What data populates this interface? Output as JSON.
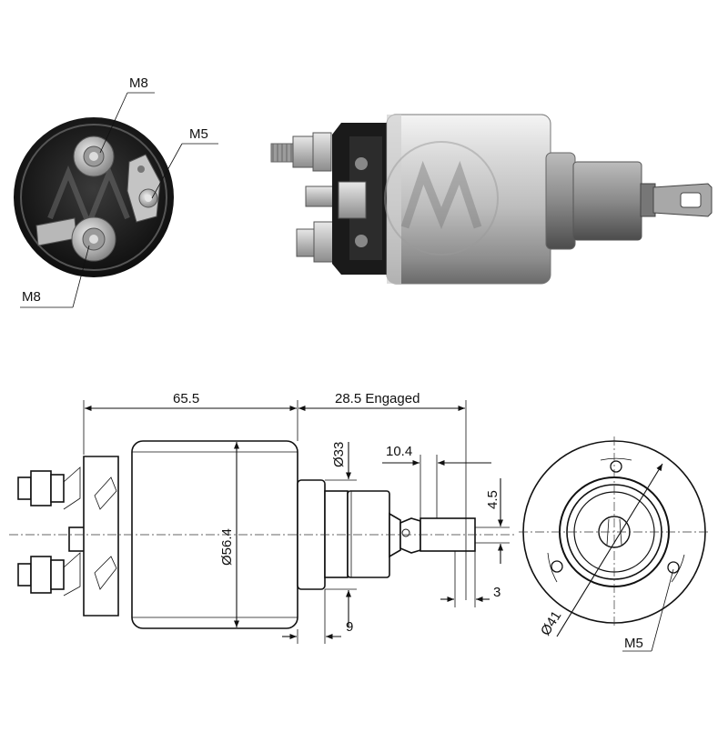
{
  "photo_end_view": {
    "labels": {
      "top_terminal": "M8",
      "side_terminal": "M5",
      "bottom_terminal": "M8"
    }
  },
  "drawing": {
    "dim_body_length": "65.5",
    "dim_engaged": "28.5 Engaged",
    "dim_shaft_dia": "Ø33",
    "dim_tab_length": "10.4",
    "dim_tab_width": "4.5",
    "dim_body_dia": "Ø56.4",
    "dim_tab_thickness": "3",
    "dim_flange": "9",
    "dim_bolt_circle": "Ø41",
    "mount_thread": "M5"
  }
}
